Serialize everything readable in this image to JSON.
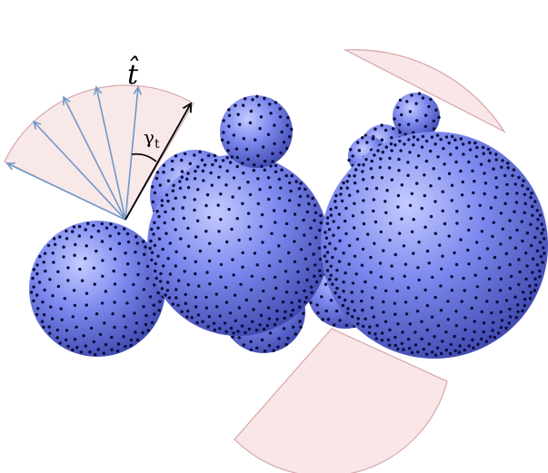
{
  "labels": {
    "t_hat": "t̂",
    "gamma": "γ",
    "gamma_sub": "t"
  },
  "colors": {
    "sphere_light": "#b8c0ff",
    "sphere_mid": "#6f7be6",
    "sphere_dark": "#3a43a8",
    "dot": "#0a0c3c",
    "cone_fill": "#f9e6e6",
    "cone_stroke": "#d6a6ac",
    "ray_blue": "#6f97c8",
    "tangent": "#000000"
  }
}
